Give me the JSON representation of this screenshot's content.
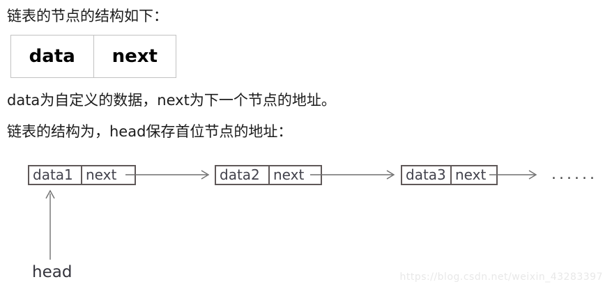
{
  "texts": {
    "intro": "链表的节点的结构如下：",
    "para1": "data为自定义的数据，next为下一个节点的地址。",
    "para2": "链表的结构为，head保存首位节点的地址："
  },
  "node_table": {
    "cells": [
      "data",
      "next"
    ]
  },
  "diagram": {
    "nodes": [
      {
        "data_label": "data1",
        "next_label": "next"
      },
      {
        "data_label": "data2",
        "next_label": "next"
      },
      {
        "data_label": "data3",
        "next_label": "next"
      }
    ],
    "ellipsis": "......",
    "head_label": "head"
  },
  "colors": {
    "node_border": "#5f5858",
    "node_text": "#42424c",
    "arrow": "#6e6e6e",
    "table_border": "#c2c2c2",
    "body_text": "#1b1b1b",
    "watermark_text": "#e8e8e8"
  },
  "watermark": "https://blog.csdn.net/weixin_43283397"
}
